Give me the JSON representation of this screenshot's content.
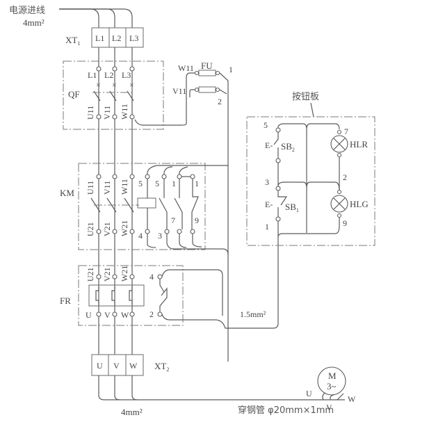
{
  "title": "电动机控制电路安装接线图",
  "labels": {
    "power_in": "电源进线",
    "power_wire": "4mm²",
    "xt1": "XT",
    "xt1_sub": "1",
    "xt1_terms": [
      "L1",
      "L2",
      "L3"
    ],
    "qf": "QF",
    "qf_in": [
      "L1",
      "L2",
      "L3"
    ],
    "qf_out": [
      "U11",
      "V11",
      "W11"
    ],
    "fu": "FU",
    "fu_w": "W11",
    "fu_v": "V11",
    "fu_out1": "1",
    "fu_out2": "2",
    "km": "KM",
    "km_top": [
      "U11",
      "V11",
      "W11"
    ],
    "km_bottom": [
      "U21",
      "V21",
      "W21"
    ],
    "km_coil_top": "5",
    "km_coil_bottom": "4",
    "km_aux_top": [
      "5",
      "1",
      "1"
    ],
    "km_aux_bottom": [
      "3",
      "7",
      "9"
    ],
    "fr": "FR",
    "fr_top": [
      "U21",
      "V21",
      "W21"
    ],
    "fr_bottom": [
      "U",
      "V",
      "W"
    ],
    "fr_contact_top": "4",
    "fr_contact_bottom": "2",
    "control_wire": "1.5mm²",
    "button_panel": "按钮板",
    "sb2": "SB",
    "sb2_sub": "2",
    "sb1": "SB",
    "sb1_sub": "1",
    "hlr": "HLR",
    "hlg": "HLG",
    "panel_nodes": [
      "5",
      "3",
      "1",
      "7",
      "2",
      "9"
    ],
    "xt2": "XT",
    "xt2_sub": "2",
    "xt2_terms": [
      "U",
      "V",
      "W"
    ],
    "motor_wire": "4mm²",
    "conduit": "穿钢管 φ20mm×1mm",
    "motor": "M",
    "motor_type": "3~",
    "motor_terms": [
      "U",
      "V",
      "W"
    ]
  }
}
